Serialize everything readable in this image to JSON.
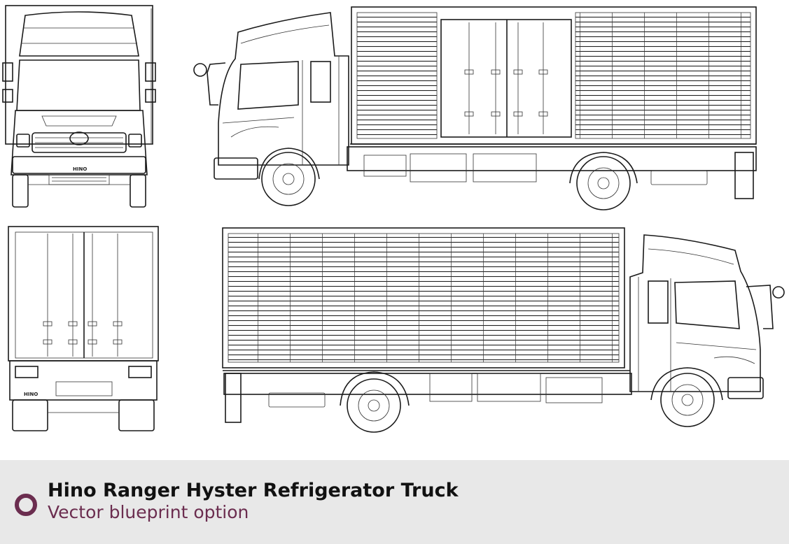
{
  "footer": {
    "title": "Hino Ranger Hyster Refrigerator Truck",
    "subtitle": "Vector blueprint option"
  },
  "brand": {
    "front_grille_text": "HINO",
    "rear_text": "HINO"
  },
  "colors": {
    "accent": "#6b2d4f",
    "footer_background": "#e8e8e8",
    "line": "#1a1a1a"
  },
  "views": [
    "front-view",
    "side-view-left",
    "rear-view",
    "side-view-right"
  ]
}
